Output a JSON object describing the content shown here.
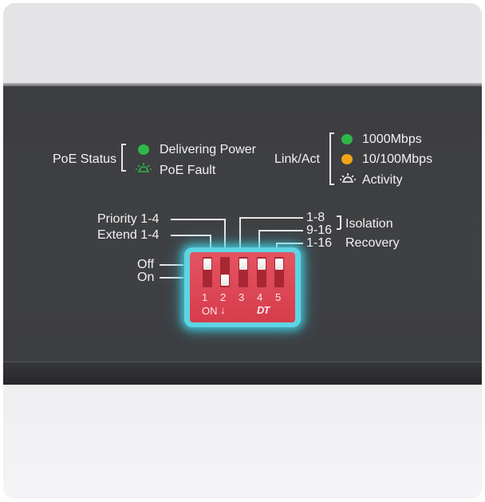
{
  "poe_status": {
    "label": "PoE Status",
    "items": [
      {
        "label": "Delivering Power",
        "icon": "led-solid-icon",
        "color": "#2db84a"
      },
      {
        "label": "PoE Fault",
        "icon": "led-blink-icon",
        "color": "#2db84a"
      }
    ]
  },
  "link_act": {
    "label": "Link/Act",
    "items": [
      {
        "label": "1000Mbps",
        "icon": "led-solid-icon",
        "color": "#2db84a"
      },
      {
        "label": "10/100Mbps",
        "icon": "led-solid-icon",
        "color": "#f2a418"
      },
      {
        "label": "Activity",
        "icon": "led-blink-icon",
        "color": "#ffffff"
      }
    ]
  },
  "dip_labels": {
    "priority": "Priority 1-4",
    "extend": "Extend 1-4",
    "off": "Off",
    "on": "On",
    "r_1_8": "1-8",
    "r_9_16": "9-16",
    "r_1_16": "1-16",
    "isolation": "Isolation",
    "recovery": "Recovery"
  },
  "dip_switch": {
    "numbers": [
      "1",
      "2",
      "3",
      "4",
      "5"
    ],
    "on_label": "ON",
    "on_arrow": "↓",
    "brand": "DT",
    "switches": [
      {
        "position": "off"
      },
      {
        "position": "on"
      },
      {
        "position": "off"
      },
      {
        "position": "off"
      },
      {
        "position": "off"
      }
    ],
    "body_color": "#dc4656",
    "glow_color": "#5fd4e3"
  }
}
